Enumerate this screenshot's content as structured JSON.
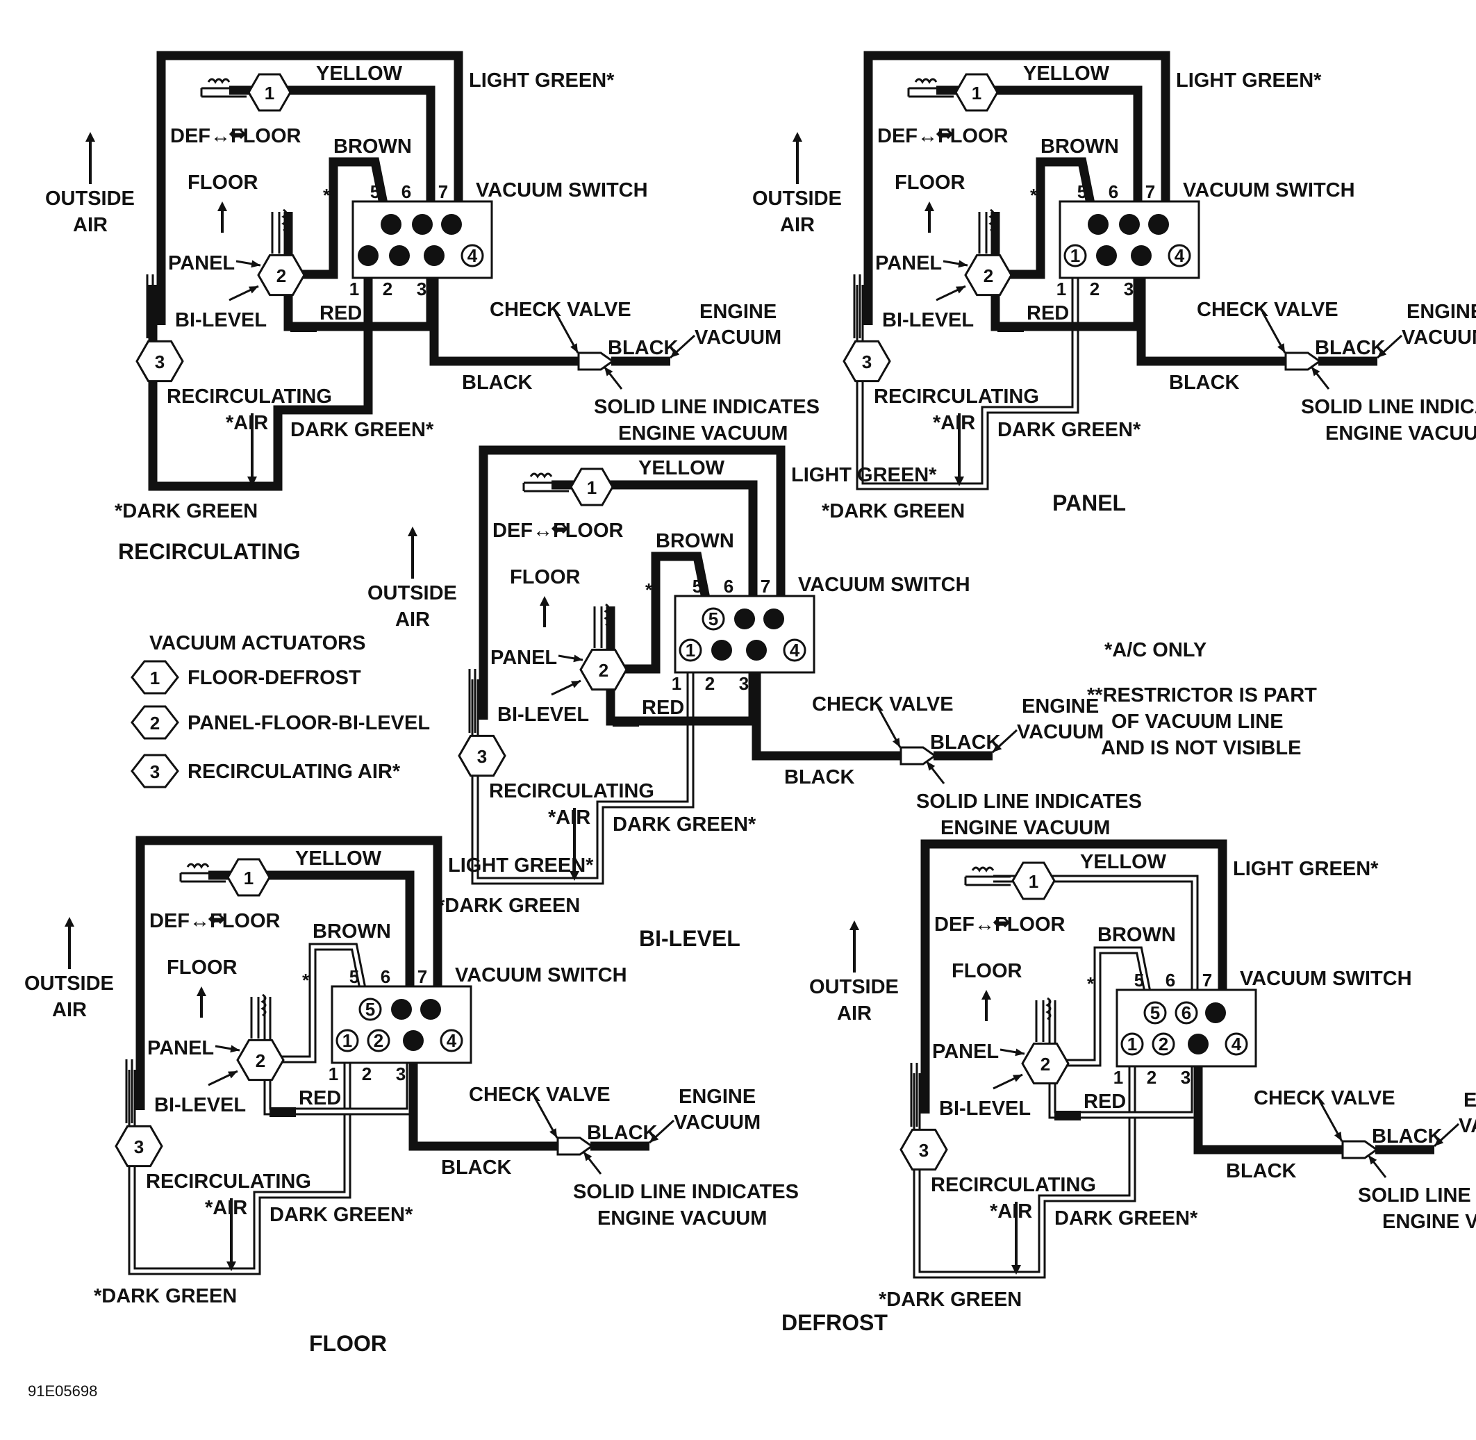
{
  "labels": {
    "yellow": "YELLOW",
    "light_green": "LIGHT GREEN*",
    "brown": "BROWN",
    "red": "RED",
    "black": "BLACK",
    "dark_green": "DARK GREEN*",
    "dark_green_star": "*DARK GREEN",
    "vacuum_switch": "VACUUM SWITCH",
    "check_valve": "CHECK VALVE",
    "engine": "ENGINE",
    "vacuum": "VACUUM",
    "solid_line_1": "SOLID LINE INDICATES",
    "solid_line_2": "ENGINE VACUUM",
    "outside": "OUTSIDE",
    "air": "AIR",
    "def_floor": "DEF↔FLOOR",
    "floor": "FLOOR",
    "panel": "PANEL",
    "bi_level": "BI-LEVEL",
    "recirculating": "RECIRCULATING",
    "star_air": "*AIR"
  },
  "diagrams": [
    {
      "mode": "RECIRCULATING",
      "actuator_lines": [
        "solid",
        "solid",
        "solid"
      ],
      "ports": [
        true,
        true,
        true,
        true,
        true,
        true
      ]
    },
    {
      "mode": "PANEL",
      "actuator_lines": [
        "solid",
        "solid",
        "hollow"
      ],
      "ports": [
        false,
        true,
        true,
        true,
        true,
        true
      ]
    },
    {
      "mode": "BI-LEVEL",
      "actuator_lines": [
        "solid",
        "solid",
        "hollow"
      ],
      "ports": [
        false,
        true,
        true,
        false,
        true,
        true
      ]
    },
    {
      "mode": "FLOOR",
      "actuator_lines": [
        "solid",
        "hollow",
        "hollow"
      ],
      "ports": [
        false,
        false,
        true,
        false,
        true,
        true
      ]
    },
    {
      "mode": "DEFROST",
      "actuator_lines": [
        "hollow",
        "hollow",
        "hollow"
      ],
      "ports": [
        false,
        false,
        true,
        false,
        false,
        true
      ]
    }
  ],
  "legend": {
    "title": "VACUUM ACTUATORS",
    "items": [
      {
        "num": "1",
        "label": "FLOOR-DEFROST"
      },
      {
        "num": "2",
        "label": "PANEL-FLOOR-BI-LEVEL"
      },
      {
        "num": "3",
        "label": "RECIRCULATING AIR*"
      }
    ]
  },
  "notes": {
    "ac_only": "*A/C ONLY",
    "restrictor_1": "**RESTRICTOR IS PART",
    "restrictor_2": "OF VACUUM LINE",
    "restrictor_3": "AND IS NOT VISIBLE"
  },
  "port_numbers": [
    "1",
    "2",
    "3",
    "4",
    "5",
    "6",
    "7"
  ],
  "figure_code": "91E05698"
}
